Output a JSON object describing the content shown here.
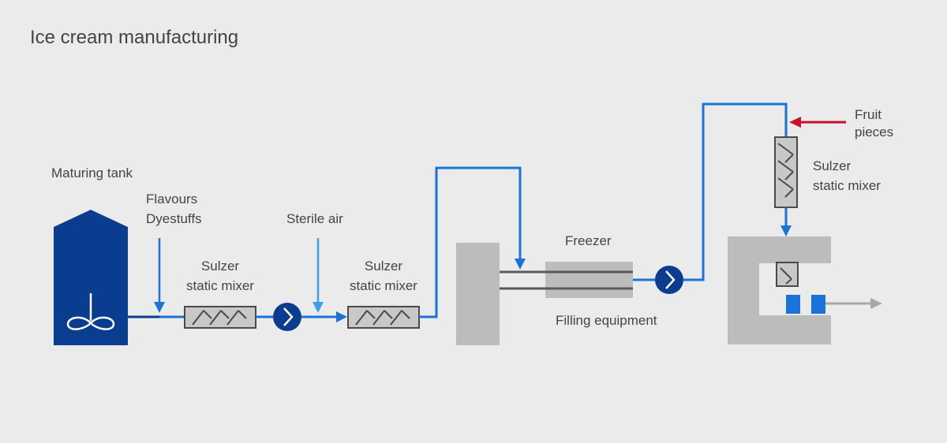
{
  "title": "Ice cream manufacturing",
  "labels": {
    "maturing_tank": "Maturing tank",
    "flavours": "Flavours",
    "dyestuffs": "Dyestuffs",
    "mixer1_line1": "Sulzer",
    "mixer1_line2": "static mixer",
    "sterile_air": "Sterile air",
    "mixer2_line1": "Sulzer",
    "mixer2_line2": "static mixer",
    "freezer": "Freezer",
    "filling_equipment": "Filling equipment",
    "fruit_line1": "Fruit",
    "fruit_line2": "pieces",
    "mixer3_line1": "Sulzer",
    "mixer3_line2": "static mixer"
  },
  "colors": {
    "background": "#ebebeb",
    "tank": "#0a3d8f",
    "pump": "#0a3d8f",
    "product_line": "#1a73d9",
    "additive_line": "#3aa0ea",
    "fruit_line": "#c8102e",
    "equipment": "#bcbcbc",
    "mixer_body": "#c8c8c8",
    "mixer_outline": "#4a4a4a",
    "output_arrow": "#a8a8a8",
    "product_blocks": "#1a73d9",
    "text": "#444444"
  },
  "icons": [
    "maturing-tank-icon",
    "agitator-icon",
    "static-mixer-icon",
    "pump-icon",
    "freezer-icon",
    "filling-machine-icon"
  ]
}
